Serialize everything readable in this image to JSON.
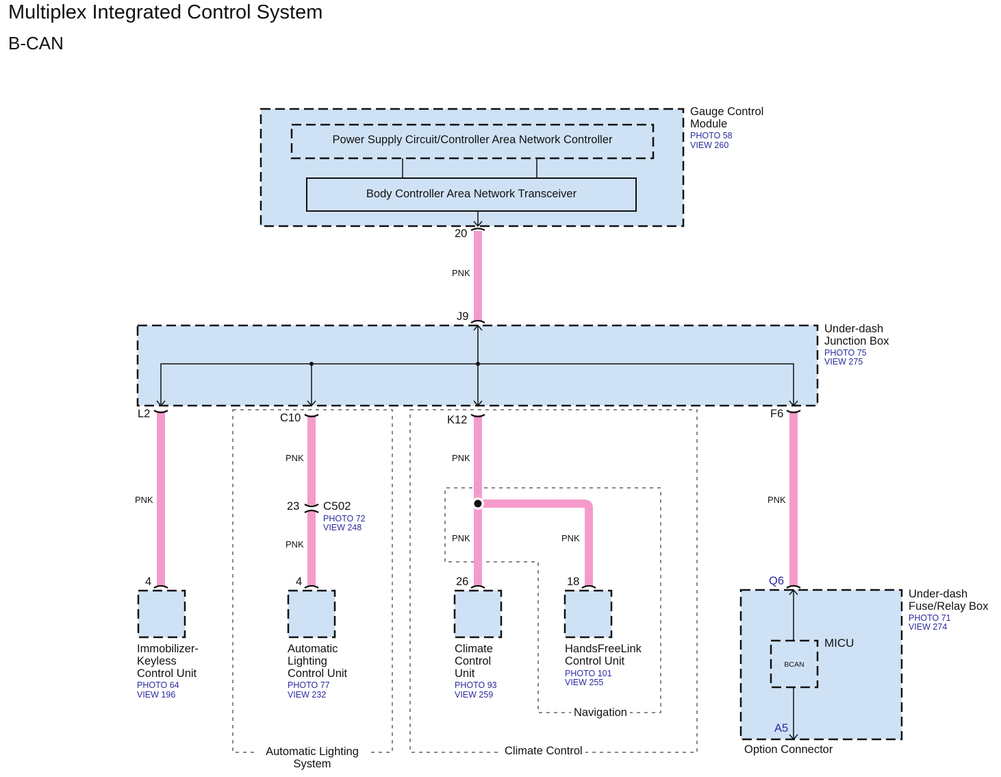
{
  "header": {
    "title": "Multiplex Integrated Control System",
    "subtitle": "B-CAN"
  },
  "colors": {
    "wire": "#f59bcb",
    "component_fill": "#cfe2f5",
    "reference_text": "#2a2aa0"
  },
  "wire_color_code": "PNK",
  "components": {
    "gauge_control_module": {
      "name_line1": "Gauge Control",
      "name_line2": "Module",
      "photo": "PHOTO 58",
      "view": "VIEW 260",
      "inner_controller": "Power Supply Circuit/Controller Area Network Controller",
      "inner_transceiver": "Body Controller Area Network Transceiver",
      "pin_out": "20"
    },
    "junction_box": {
      "name_line1": "Under-dash",
      "name_line2": "Junction Box",
      "photo": "PHOTO 75",
      "view": "VIEW 275",
      "pin_in": "J9",
      "pins_out": [
        "L2",
        "C10",
        "K12",
        "F6"
      ]
    },
    "connector_c502": {
      "name": "C502",
      "pin": "23",
      "photo": "PHOTO 72",
      "view": "VIEW 248"
    },
    "immobilizer": {
      "line1": "Immobilizer-",
      "line2": "Keyless",
      "line3": "Control Unit",
      "photo": "PHOTO 64",
      "view": "VIEW 196",
      "pin": "4"
    },
    "auto_lighting": {
      "line1": "Automatic",
      "line2": "Lighting",
      "line3": "Control Unit",
      "photo": "PHOTO 77",
      "view": "VIEW 232",
      "pin": "4"
    },
    "climate": {
      "line1": "Climate",
      "line2": "Control",
      "line3": "Unit",
      "photo": "PHOTO 93",
      "view": "VIEW 259",
      "pin": "26"
    },
    "handsfreelink": {
      "line1": "HandsFreeLink",
      "line2": "Control Unit",
      "photo": "PHOTO 101",
      "view": "VIEW 255",
      "pin": "18"
    },
    "fuse_relay_box": {
      "name_line1": "Under-dash",
      "name_line2": "Fuse/Relay Box",
      "photo": "PHOTO 71",
      "view": "VIEW 274",
      "pin_in": "Q6",
      "pin_out": "A5",
      "micu": "MICU",
      "bcan": "BCAN",
      "option_connector": "Option Connector"
    }
  },
  "groups": {
    "auto_lighting_line1": "Automatic Lighting",
    "auto_lighting_line2": "System",
    "climate_control": "Climate Control",
    "navigation": "Navigation"
  }
}
